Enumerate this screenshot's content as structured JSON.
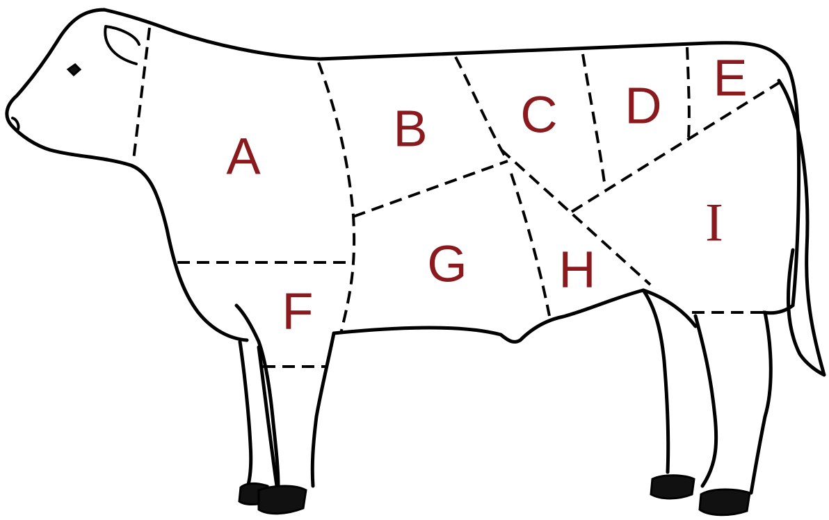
{
  "colors": {
    "outline": "#000000",
    "label": "#8b1a1f",
    "background": "#ffffff"
  },
  "regions": [
    {
      "id": "A",
      "label": "A"
    },
    {
      "id": "B",
      "label": "B"
    },
    {
      "id": "C",
      "label": "C"
    },
    {
      "id": "D",
      "label": "D"
    },
    {
      "id": "E",
      "label": "E"
    },
    {
      "id": "F",
      "label": "F"
    },
    {
      "id": "G",
      "label": "G"
    },
    {
      "id": "H",
      "label": "H"
    },
    {
      "id": "I",
      "label": "I"
    }
  ]
}
